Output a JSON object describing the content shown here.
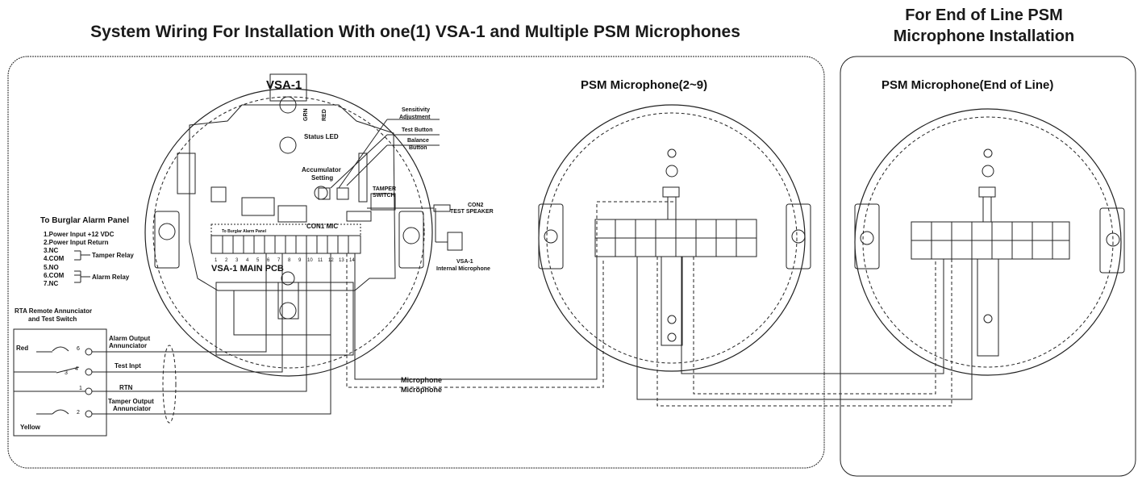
{
  "titles": {
    "main": "System Wiring For Installation With one(1) VSA-1 and Multiple PSM Microphones",
    "eol_line1": "For End of Line PSM",
    "eol_line2": "Microphone Installation"
  },
  "vsa": {
    "title": "VSA-1",
    "pcb": "VSA-1 MAIN PCB",
    "status_led": "Status LED",
    "grn": "GRN",
    "red": "RED",
    "sensitivity_1": "Sensitivity",
    "sensitivity_2": "Adjustment",
    "test_button": "Test Button",
    "balance_1": "Balance",
    "balance_2": "Button",
    "accumulator_1": "Accumulator",
    "accumulator_2": "Setting",
    "tamper_1": "TAMPER",
    "tamper_2": "SWITCH",
    "con2_1": "CON2",
    "con2_2": "TEST SPEAKER",
    "con1": "CON1 MIC",
    "internal_mic_1": "VSA-1",
    "internal_mic_2": "Internal Microphone",
    "terminal_header": "To Burglar Alarm Panel",
    "terminals": [
      "1",
      "2",
      "3",
      "4",
      "5",
      "6",
      "7",
      "8",
      "9",
      "10",
      "11",
      "12",
      "13",
      "14"
    ]
  },
  "burglar": {
    "title": "To Burglar Alarm Panel",
    "items": [
      "1.Power Input +12 VDC",
      "2.Power Input Return",
      "3.NC",
      "4.COM",
      "5.NO",
      "6.COM",
      "7.NC"
    ],
    "tamper_relay": "Tamper Relay",
    "alarm_relay": "Alarm Relay"
  },
  "rta": {
    "title_1": "RTA Remote Annunciator",
    "title_2": "and Test Switch",
    "red": "Red",
    "yellow": "Yellow",
    "alarm_out_1": "Alarm Output",
    "alarm_out_2": "Annunciator",
    "test_input": "Test Inpt",
    "rtn": "RTN",
    "tamper_out_1": "Tamper Output",
    "tamper_out_2": "Annunciator",
    "pins": [
      "6",
      "4",
      "3",
      "1",
      "2"
    ]
  },
  "psm": {
    "title": "PSM Microphone(2~9)",
    "wire_1": "Microphone",
    "wire_2": "Microphone"
  },
  "psm_eol": {
    "title": "PSM Microphone(End of Line)"
  }
}
